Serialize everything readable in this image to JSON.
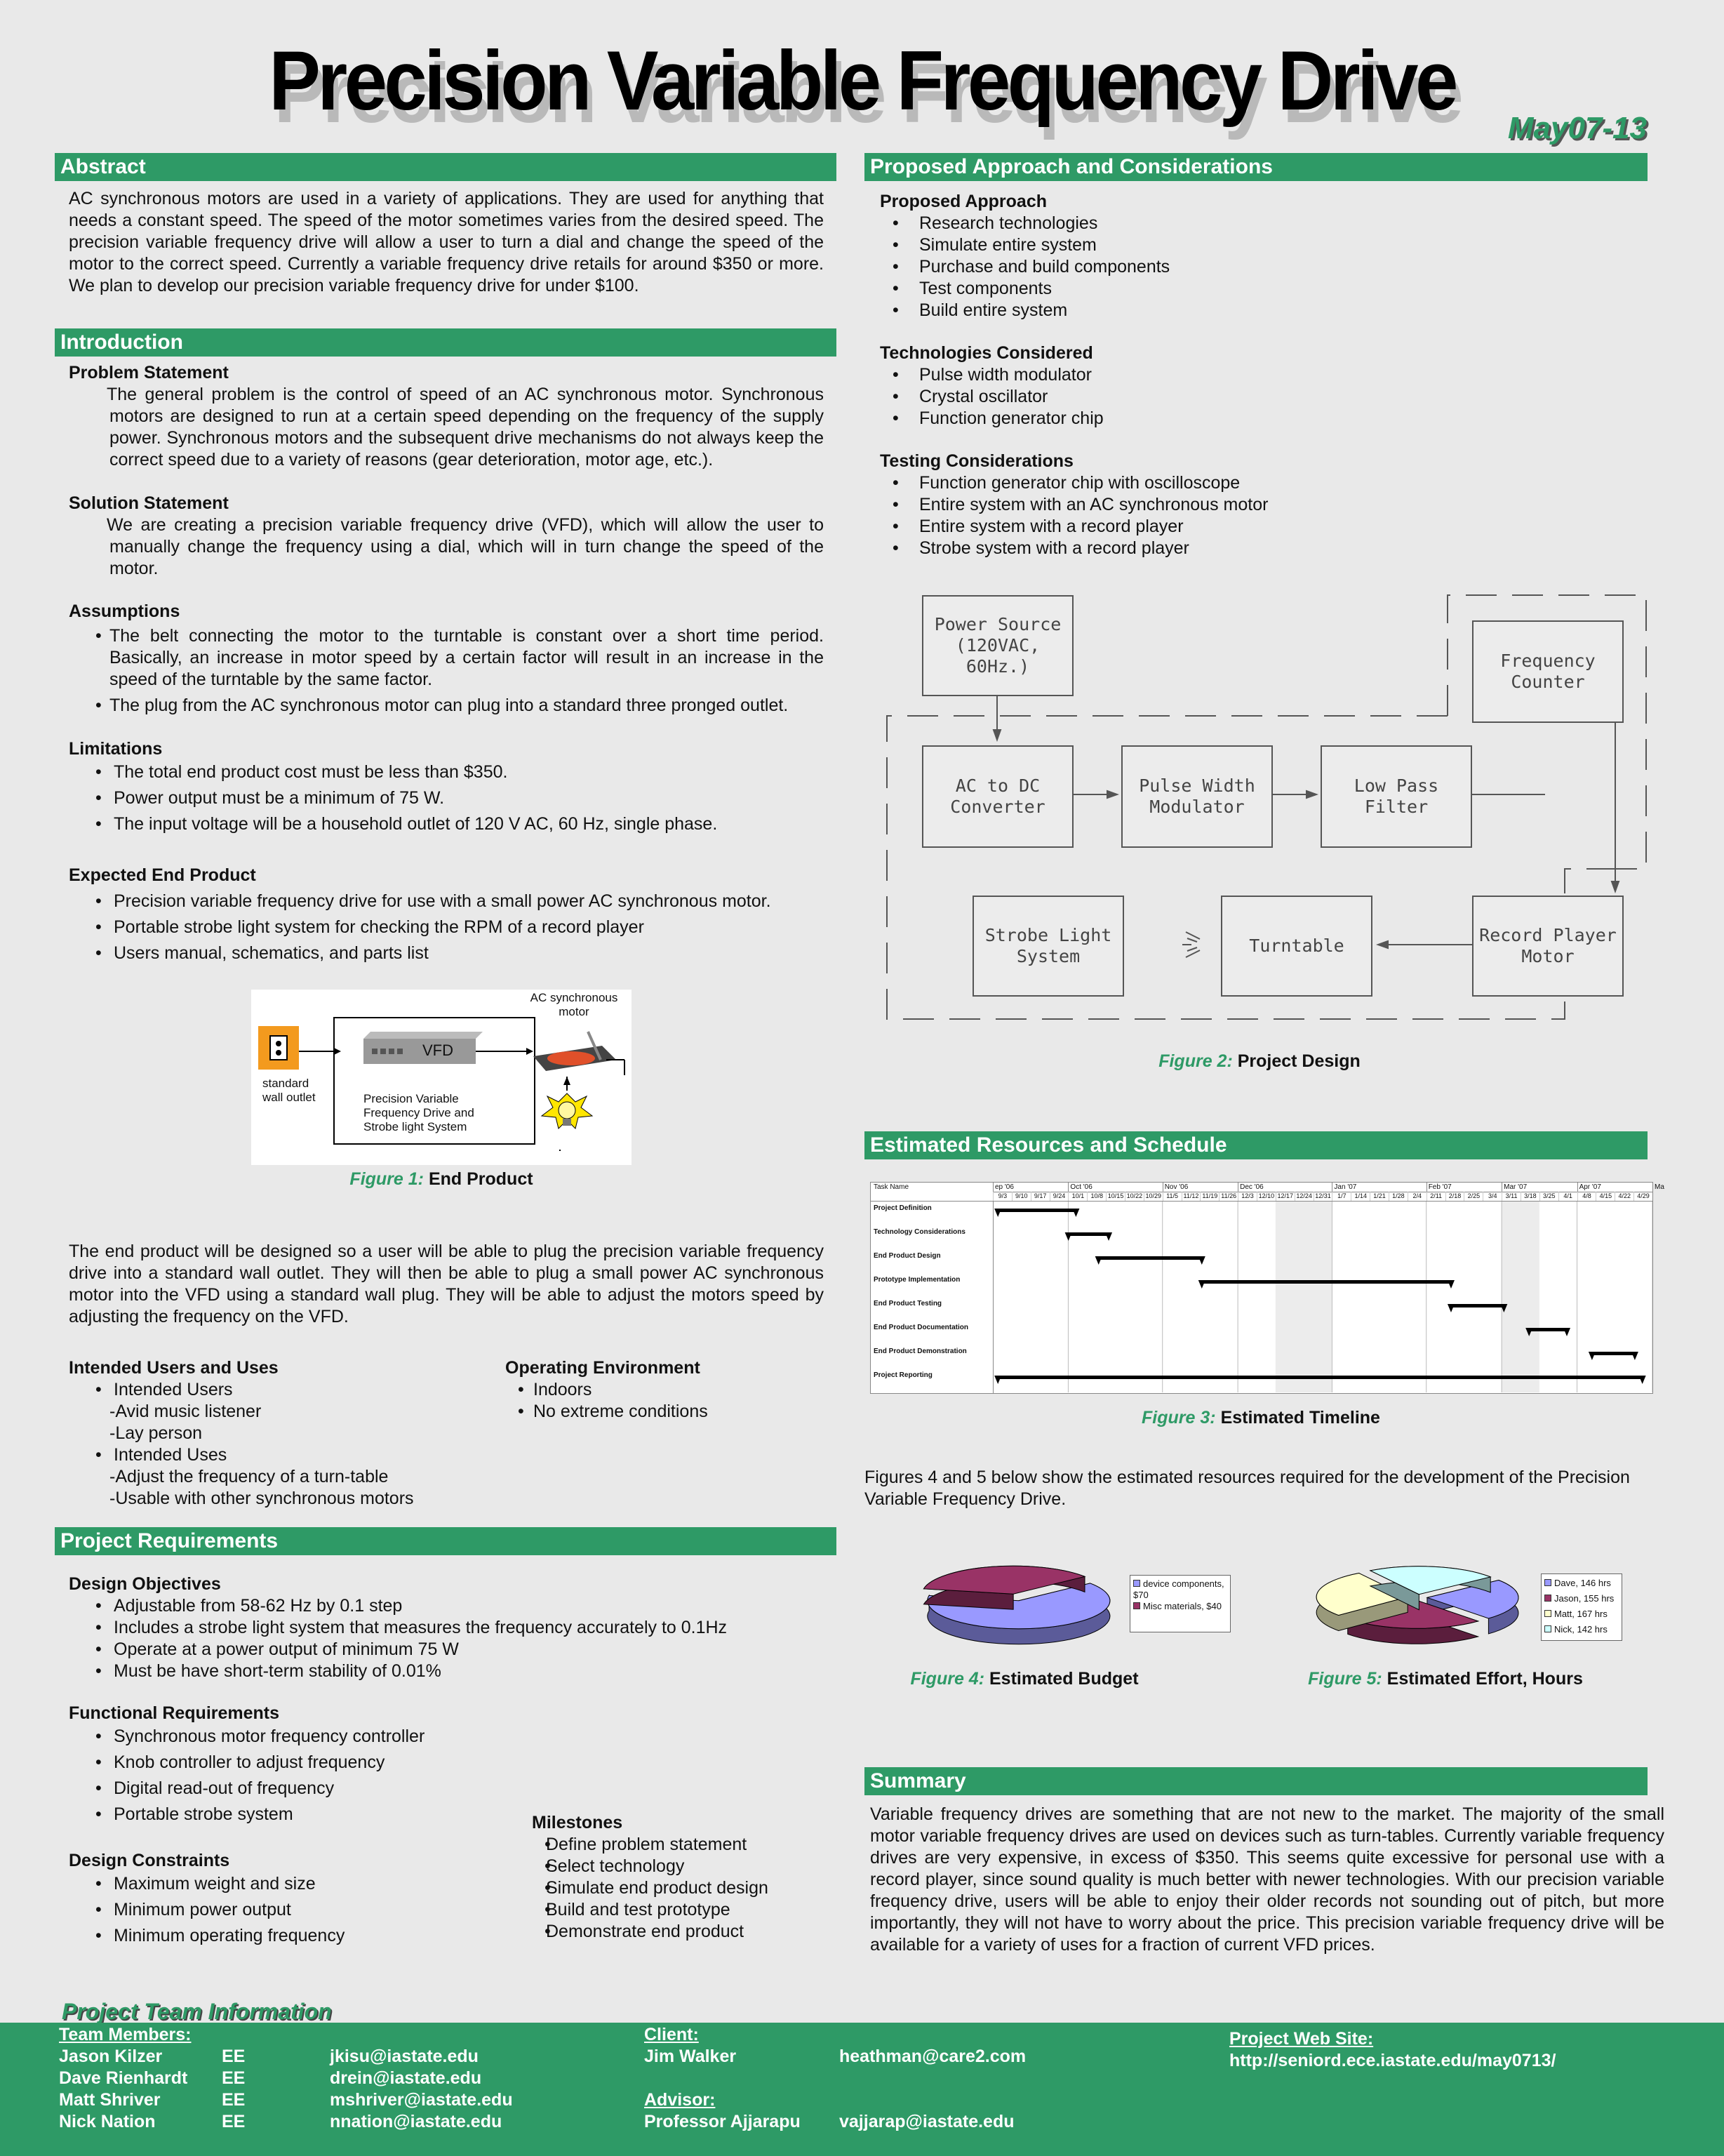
{
  "title": "Precision Variable Frequency Drive",
  "project_code": "May07-13",
  "abstract": {
    "heading": "Abstract",
    "text": "AC synchronous motors are used in a variety of applications. They are used for anything that needs a constant speed. The speed of the motor sometimes varies from the desired speed. The precision variable frequency drive will allow a user to turn a dial and change the speed of the motor to the correct speed. Currently a variable frequency drive retails for around $350 or more. We plan to develop our precision variable frequency drive for under $100."
  },
  "introduction": {
    "heading": "Introduction",
    "problem_title": "Problem Statement",
    "problem_text": "The general problem is the control of speed of an AC synchronous motor.  Synchronous motors are designed to run at a certain speed depending on the frequency of the supply power.  Synchronous motors and the subsequent drive mechanisms do not always keep the correct speed due to a variety of reasons (gear deterioration, motor age, etc.).",
    "solution_title": "Solution Statement",
    "solution_text": "We are creating a precision variable frequency drive (VFD), which will allow the user to manually change the frequency using a dial, which will in turn change the speed of the motor.",
    "assumptions_title": "Assumptions",
    "assumptions": [
      "The belt connecting the motor to the turntable is constant over a short time period. Basically, an increase in motor speed by a certain factor will result in an increase in the speed of the turntable by the same factor.",
      "The plug from the AC synchronous motor can plug into a standard three pronged outlet."
    ],
    "limitations_title": "Limitations",
    "limitations": [
      "The total end product cost must be less than $350.",
      "Power output must be a minimum of 75 W.",
      "The input voltage will be a household outlet of 120 V AC, 60 Hz, single phase."
    ],
    "expected_title": "Expected End Product",
    "expected": [
      "Precision variable frequency drive for use with a small power AC synchronous motor.",
      "Portable strobe light system for checking the RPM of a record player",
      "Users manual, schematics, and parts list"
    ],
    "fig1": {
      "motor_label": "AC synchronous motor",
      "vfd_label": "VFD",
      "outlet_label": "standard wall outlet",
      "drive_label": "Precision Variable Frequency Drive and Strobe light System",
      "caption_num": "Figure 1:",
      "caption_text": "End Product"
    },
    "end_product_text": "The end product will be designed so a user will be able to plug the precision variable frequency drive into a standard wall outlet. They will then be able to plug a small power AC synchronous motor into the VFD using a standard wall plug. They will be able to adjust the motors speed by adjusting the frequency on the VFD.",
    "users_title": "Intended Users and Uses",
    "users_line1": "Intended Users",
    "users_sub1": "-Avid music listener",
    "users_sub2": "-Lay person",
    "uses_line1": "Intended Uses",
    "uses_sub1": "-Adjust the frequency of a turn-table",
    "uses_sub2": "-Usable with other synchronous motors",
    "env_title": "Operating Environment",
    "env": [
      "Indoors",
      "No extreme conditions"
    ]
  },
  "requirements": {
    "heading": "Project Requirements",
    "design_title": "Design Objectives",
    "design": [
      "Adjustable from 58-62 Hz by 0.1 step",
      "Includes a strobe light system that measures the frequency accurately to 0.1Hz",
      "Operate at a power output of minimum 75 W",
      "Must be have short-term stability of 0.01%"
    ],
    "functional_title": "Functional Requirements",
    "functional": [
      "Synchronous motor frequency controller",
      "Knob controller to adjust frequency",
      "Digital read-out of frequency",
      "Portable strobe system"
    ],
    "constraints_title": "Design Constraints",
    "constraints": [
      "Maximum weight and size",
      "Minimum power output",
      "Minimum operating frequency"
    ],
    "milestones_title": "Milestones",
    "milestones": [
      "Define problem statement",
      "Select technology",
      "Simulate end product design",
      "Build and test prototype",
      "Demonstrate end product"
    ]
  },
  "approach": {
    "heading": "Proposed Approach and Considerations",
    "approach_title": "Proposed Approach",
    "approach": [
      "Research technologies",
      "Simulate entire system",
      "Purchase and build components",
      "Test components",
      "Build entire system"
    ],
    "tech_title": "Technologies Considered",
    "tech": [
      "Pulse width modulator",
      "Crystal oscillator",
      "Function generator chip"
    ],
    "testing_title": "Testing Considerations",
    "testing": [
      "Function generator chip with oscilloscope",
      "Entire system with an AC synchronous motor",
      "Entire system with a record player",
      "Strobe system with a record player"
    ],
    "diagram": {
      "power": "Power Source (120VAC, 60Hz.)",
      "freq": "Frequency Counter",
      "acdc": "AC to DC Converter",
      "pwm": "Pulse Width Modulator",
      "lpf": "Low Pass Filter",
      "strobe": "Strobe Light System",
      "turntable": "Turntable",
      "motor": "Record Player Motor"
    },
    "fig2_num": "Figure 2:",
    "fig2_text": "Project Design"
  },
  "resources": {
    "heading": "Estimated Resources and Schedule",
    "gantt": {
      "task_header": "Task Name",
      "months": [
        "ep '06",
        "Oct '06",
        "Nov '06",
        "Dec '06",
        "Jan '07",
        "Feb '07",
        "Mar '07",
        "Apr '07",
        "Ma"
      ],
      "weeks": [
        "9/3",
        "9/10",
        "9/17",
        "9/24",
        "10/1",
        "10/8",
        "10/15",
        "10/22",
        "10/29",
        "11/5",
        "11/12",
        "11/19",
        "11/26",
        "12/3",
        "12/10",
        "12/17",
        "12/24",
        "12/31",
        "1/7",
        "1/14",
        "1/21",
        "1/28",
        "2/4",
        "2/11",
        "2/18",
        "2/25",
        "3/4",
        "3/11",
        "3/18",
        "3/25",
        "4/1",
        "4/8",
        "4/15",
        "4/22",
        "4/29"
      ],
      "tasks": [
        "Project Definition",
        "Technology Considerations",
        "End Product Design",
        "Prototype Implementation",
        "End Product Testing",
        "End Product Documentation",
        "End Product Demonstration",
        "Project Reporting"
      ]
    },
    "fig3_num": "Figure 3:",
    "fig3_text": "Estimated Timeline",
    "resources_text": "Figures 4 and 5 below show the estimated resources required for the development of the Precision Variable Frequency Drive.",
    "fig4_num": "Figure 4:",
    "fig4_text": "Estimated Budget",
    "fig5_num": "Figure 5:",
    "fig5_text": "Estimated Effort, Hours"
  },
  "chart_data": [
    {
      "type": "pie",
      "labels": [
        "device components, $70",
        "Misc materials, $40"
      ],
      "values": [
        70,
        40
      ],
      "colors": [
        "#9999ff",
        "#993366"
      ]
    },
    {
      "type": "pie",
      "labels": [
        "Dave, 146 hrs",
        "Jason, 155 hrs",
        "Matt, 167 hrs",
        "Nick, 142 hrs"
      ],
      "values": [
        146,
        155,
        167,
        142
      ],
      "colors": [
        "#9999ff",
        "#993366",
        "#ffffcc",
        "#ccffff"
      ]
    }
  ],
  "summary": {
    "heading": "Summary",
    "text": "Variable frequency drives are something that are not new to the market. The majority of the small motor variable frequency drives are used on devices such as turn-tables. Currently variable frequency drives are very expensive, in excess of $350. This seems quite excessive for personal use with a record player, since sound quality is much better with newer technologies. With our precision variable frequency drive, users will be able to enjoy their older records not sounding out of pitch, but more importantly, they will not have to worry about the price.  This precision variable frequency drive will be available for a variety of uses for a fraction of current VFD prices."
  },
  "team": {
    "heading": "Project Team Information",
    "members_title": "Team Members:",
    "members": [
      {
        "name": "Jason Kilzer",
        "dept": "EE",
        "email": "jkisu@iastate.edu"
      },
      {
        "name": "Dave Rienhardt",
        "dept": "EE",
        "email": "drein@iastate.edu"
      },
      {
        "name": "Matt Shriver",
        "dept": "EE",
        "email": "mshriver@iastate.edu"
      },
      {
        "name": "Nick Nation",
        "dept": "EE",
        "email": "nnation@iastate.edu"
      }
    ],
    "client_title": "Client:",
    "client_name": "Jim Walker",
    "client_email": "heathman@care2.com",
    "advisor_title": "Advisor:",
    "advisor_name": "Professor Ajjarapu",
    "advisor_email": "vajjarap@iastate.edu",
    "web_title": "Project Web Site:",
    "web_url": "http://seniord.ece.iastate.edu/may0713/"
  },
  "colors": {
    "accent": "#2e9a66",
    "background": "#e9e9e9"
  }
}
